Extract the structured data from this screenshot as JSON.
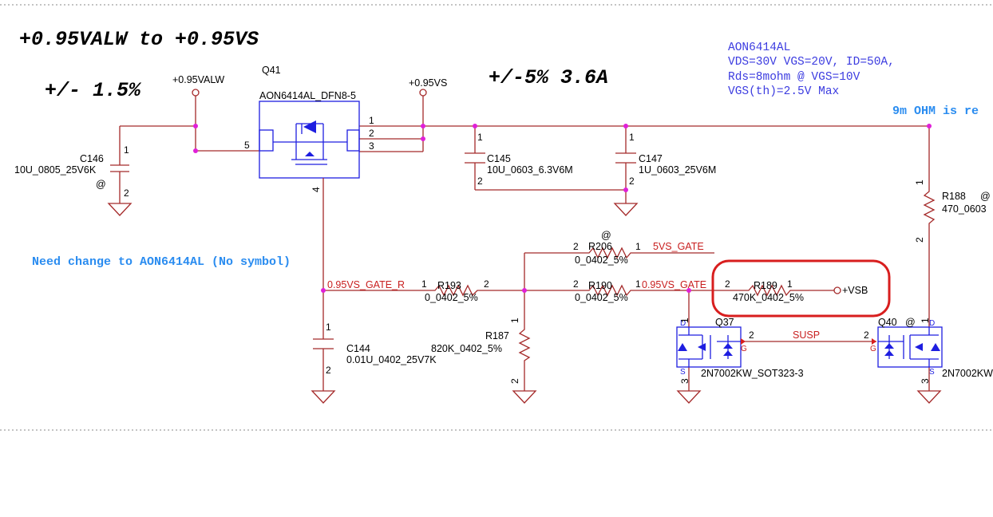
{
  "title": {
    "main": "+0.95VALW to +0.95VS",
    "tolerance": "+/- 1.5%",
    "current": "+/-5% 3.6A"
  },
  "spec_note": [
    "AON6414AL",
    "VDS=30V VGS=20V,  ID=50A,",
    "Rds=8mohm @ VGS=10V",
    "VGS(th)=2.5V Max"
  ],
  "notes": {
    "ohm_note": "9m OHM is re",
    "change_note": "Need change to AON6414AL  (No symbol)"
  },
  "power_ports": {
    "valw": "+0.95VALW",
    "vs": "+0.95VS",
    "vsb": "+VSB"
  },
  "nets": {
    "gate_r": "0.95VS_GATE_R",
    "gate": "0.95VS_GATE",
    "gate_5vs": "5VS_GATE",
    "susp": "SUSP"
  },
  "components": {
    "q41": {
      "ref": "Q41",
      "value": "AON6414AL_DFN8-5",
      "pins": [
        "1",
        "2",
        "3",
        "4",
        "5"
      ]
    },
    "c146": {
      "ref": "C146",
      "value": "10U_0805_25V6K",
      "mark": "@",
      "pins": [
        "1",
        "2"
      ]
    },
    "c145": {
      "ref": "C145",
      "value": "10U_0603_6.3V6M",
      "pins": [
        "1",
        "2"
      ]
    },
    "c147": {
      "ref": "C147",
      "value": "1U_0603_25V6M",
      "pins": [
        "1",
        "2"
      ]
    },
    "r188": {
      "ref": "R188",
      "value": "470_0603",
      "mark": "@",
      "pins": [
        "1",
        "2"
      ]
    },
    "r206": {
      "ref": "R206",
      "value": "0_0402_5%",
      "mark": "@",
      "pins": [
        "2",
        "1"
      ]
    },
    "r193": {
      "ref": "R193",
      "value": "0_0402_5%",
      "pins": [
        "1",
        "2"
      ]
    },
    "r190": {
      "ref": "R190",
      "value": "0_0402_5%",
      "pins": [
        "2",
        "1"
      ]
    },
    "r189": {
      "ref": "R189",
      "value": "470K_0402_5%",
      "pins": [
        "2",
        "1"
      ]
    },
    "r187": {
      "ref": "R187",
      "value": "820K_0402_5%",
      "pins": [
        "1",
        "2"
      ]
    },
    "c144": {
      "ref": "C144",
      "value": "0.01U_0402_25V7K",
      "pins": [
        "1",
        "2"
      ]
    },
    "q37": {
      "ref": "Q37",
      "value": "2N7002KW_SOT323-3",
      "pins": [
        "1",
        "2",
        "3"
      ],
      "d": "D",
      "s": "S",
      "g": "G"
    },
    "q40": {
      "ref": "Q40",
      "value": "2N7002KW",
      "mark": "@",
      "pins": [
        "1",
        "2",
        "3"
      ],
      "d": "D",
      "s": "S",
      "g": "G"
    }
  },
  "colors": {
    "wire": "#a52a2a",
    "symbol": "#1e1ee0",
    "junction": "#e020d8",
    "highlight": "#d81e1e",
    "note": "#2a8cf0"
  }
}
